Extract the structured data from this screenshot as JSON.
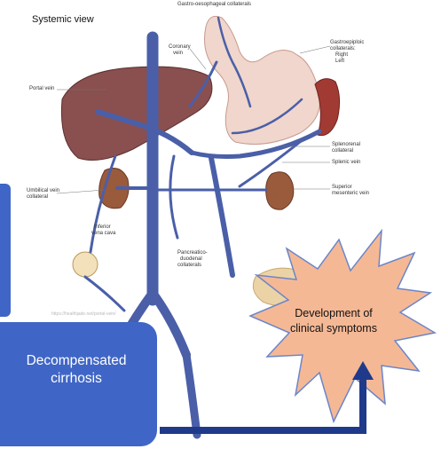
{
  "title": "Systemic view",
  "labels": {
    "gastro_oesophageal": "Gastro-oesophageal collaterals",
    "coronary_vein_1": "Coronary",
    "coronary_vein_2": "vein",
    "gastroepiploic_1": "Gastroepiploic",
    "gastroepiploic_2": "collaterals:",
    "gastroepiploic_right": "Right",
    "gastroepiploic_left": "Left",
    "portal_vein": "Portal vein",
    "splenorenal_1": "Splenorenal",
    "splenorenal_2": "collateral",
    "splenic_vein": "Splenic vein",
    "umbilical_1": "Umbilical vein",
    "umbilical_2": "collateral",
    "superior_mesenteric_1": "Superior",
    "superior_mesenteric_2": "mesenteric vein",
    "ivc_1": "Inferior",
    "ivc_2": "vena cava",
    "pancreatico_1": "Pancreatico-",
    "pancreatico_2": "duodenal",
    "pancreatico_3": "collaterals"
  },
  "watermark": "https://healthjade.net/portal-vein/",
  "decompensated_line1": "Decompensated",
  "decompensated_line2": "cirrhosis",
  "symptoms_line1": "Development of",
  "symptoms_line2": "clinical symptoms",
  "colors": {
    "vein": "#4a5fa8",
    "liver": "#8a4f4f",
    "stomach": "#f0d6cc",
    "spleen": "#a13a33",
    "kidney": "#9a5a3c",
    "callout_box": "#3f66c6",
    "star_fill": "#f5b895",
    "star_stroke": "#6b86c9",
    "arrow": "#1f3a8a"
  }
}
